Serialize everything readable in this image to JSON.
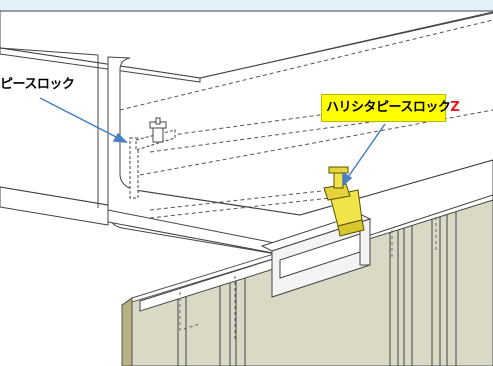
{
  "labels": {
    "left_label": "ピースロック",
    "callout_main": "ハリシタピースロック",
    "callout_suffix": "Z"
  },
  "colors": {
    "background_strip": "#e1f1fa",
    "callout_fill": "#ffff00",
    "callout_suffix": "#e41a1a",
    "arrow": "#4a7fc0",
    "clip_fill": "#f1e34a",
    "board_face": "#d9d9c6",
    "board_edge": "#b7b280"
  }
}
